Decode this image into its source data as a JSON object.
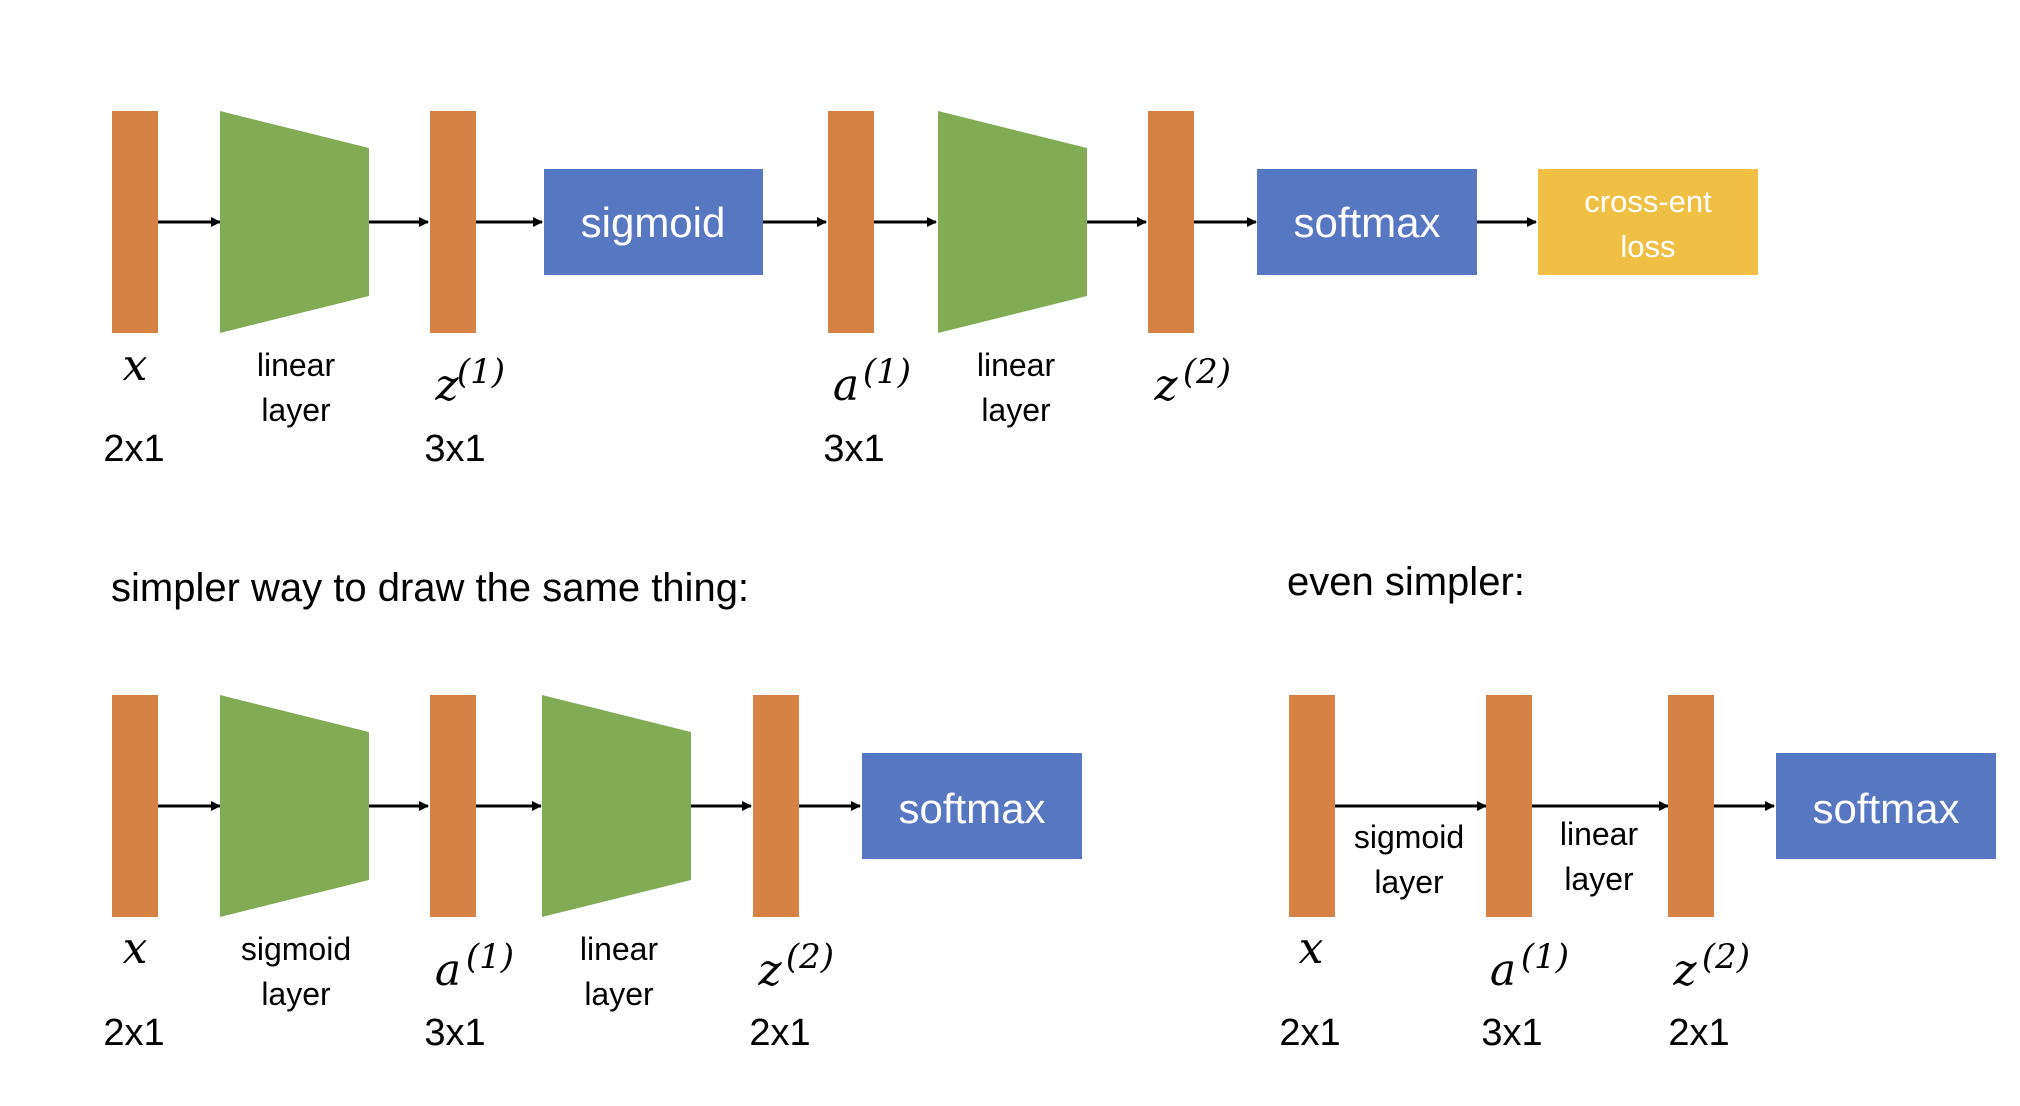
{
  "colors": {
    "vector": "#D68244",
    "layer": "#81AB55",
    "sigmoid_box": "#5677C1",
    "softmax_box": "#5677C1",
    "loss_box": "#EFC043",
    "box_text": "#FFFFFF",
    "loss_text": "#FFFFFF",
    "text": "#000000",
    "arrow": "#000000"
  },
  "row1": {
    "x_symbol": "x",
    "x_dim": "2x1",
    "linear1_label": [
      "linear",
      "layer"
    ],
    "z1_symbol": "z",
    "z1_sup": "(1)",
    "z1_dim": "3x1",
    "sigmoid_label": "sigmoid",
    "a1_symbol": "a",
    "a1_sup": "(1)",
    "a1_dim": "3x1",
    "linear2_label": [
      "linear",
      "layer"
    ],
    "z2_symbol": "z",
    "z2_sup": "(2)",
    "softmax_label": "softmax",
    "loss_label": [
      "cross-ent",
      "loss"
    ]
  },
  "row2": {
    "caption": "simpler way to draw the same thing:",
    "x_symbol": "x",
    "x_dim": "2x1",
    "sigmoid_layer_label": [
      "sigmoid",
      "layer"
    ],
    "a1_symbol": "a",
    "a1_sup": "(1)",
    "a1_dim": "3x1",
    "linear_layer_label": [
      "linear",
      "layer"
    ],
    "z2_symbol": "z",
    "z2_sup": "(2)",
    "z2_dim": "2x1",
    "softmax_label": "softmax"
  },
  "row3": {
    "caption": "even simpler:",
    "x_symbol": "x",
    "x_dim": "2x1",
    "sigmoid_layer_label": [
      "sigmoid",
      "layer"
    ],
    "a1_symbol": "a",
    "a1_sup": "(1)",
    "a1_dim": "3x1",
    "linear_layer_label": [
      "linear",
      "layer"
    ],
    "z2_symbol": "z",
    "z2_sup": "(2)",
    "z2_dim": "2x1",
    "softmax_label": "softmax"
  }
}
